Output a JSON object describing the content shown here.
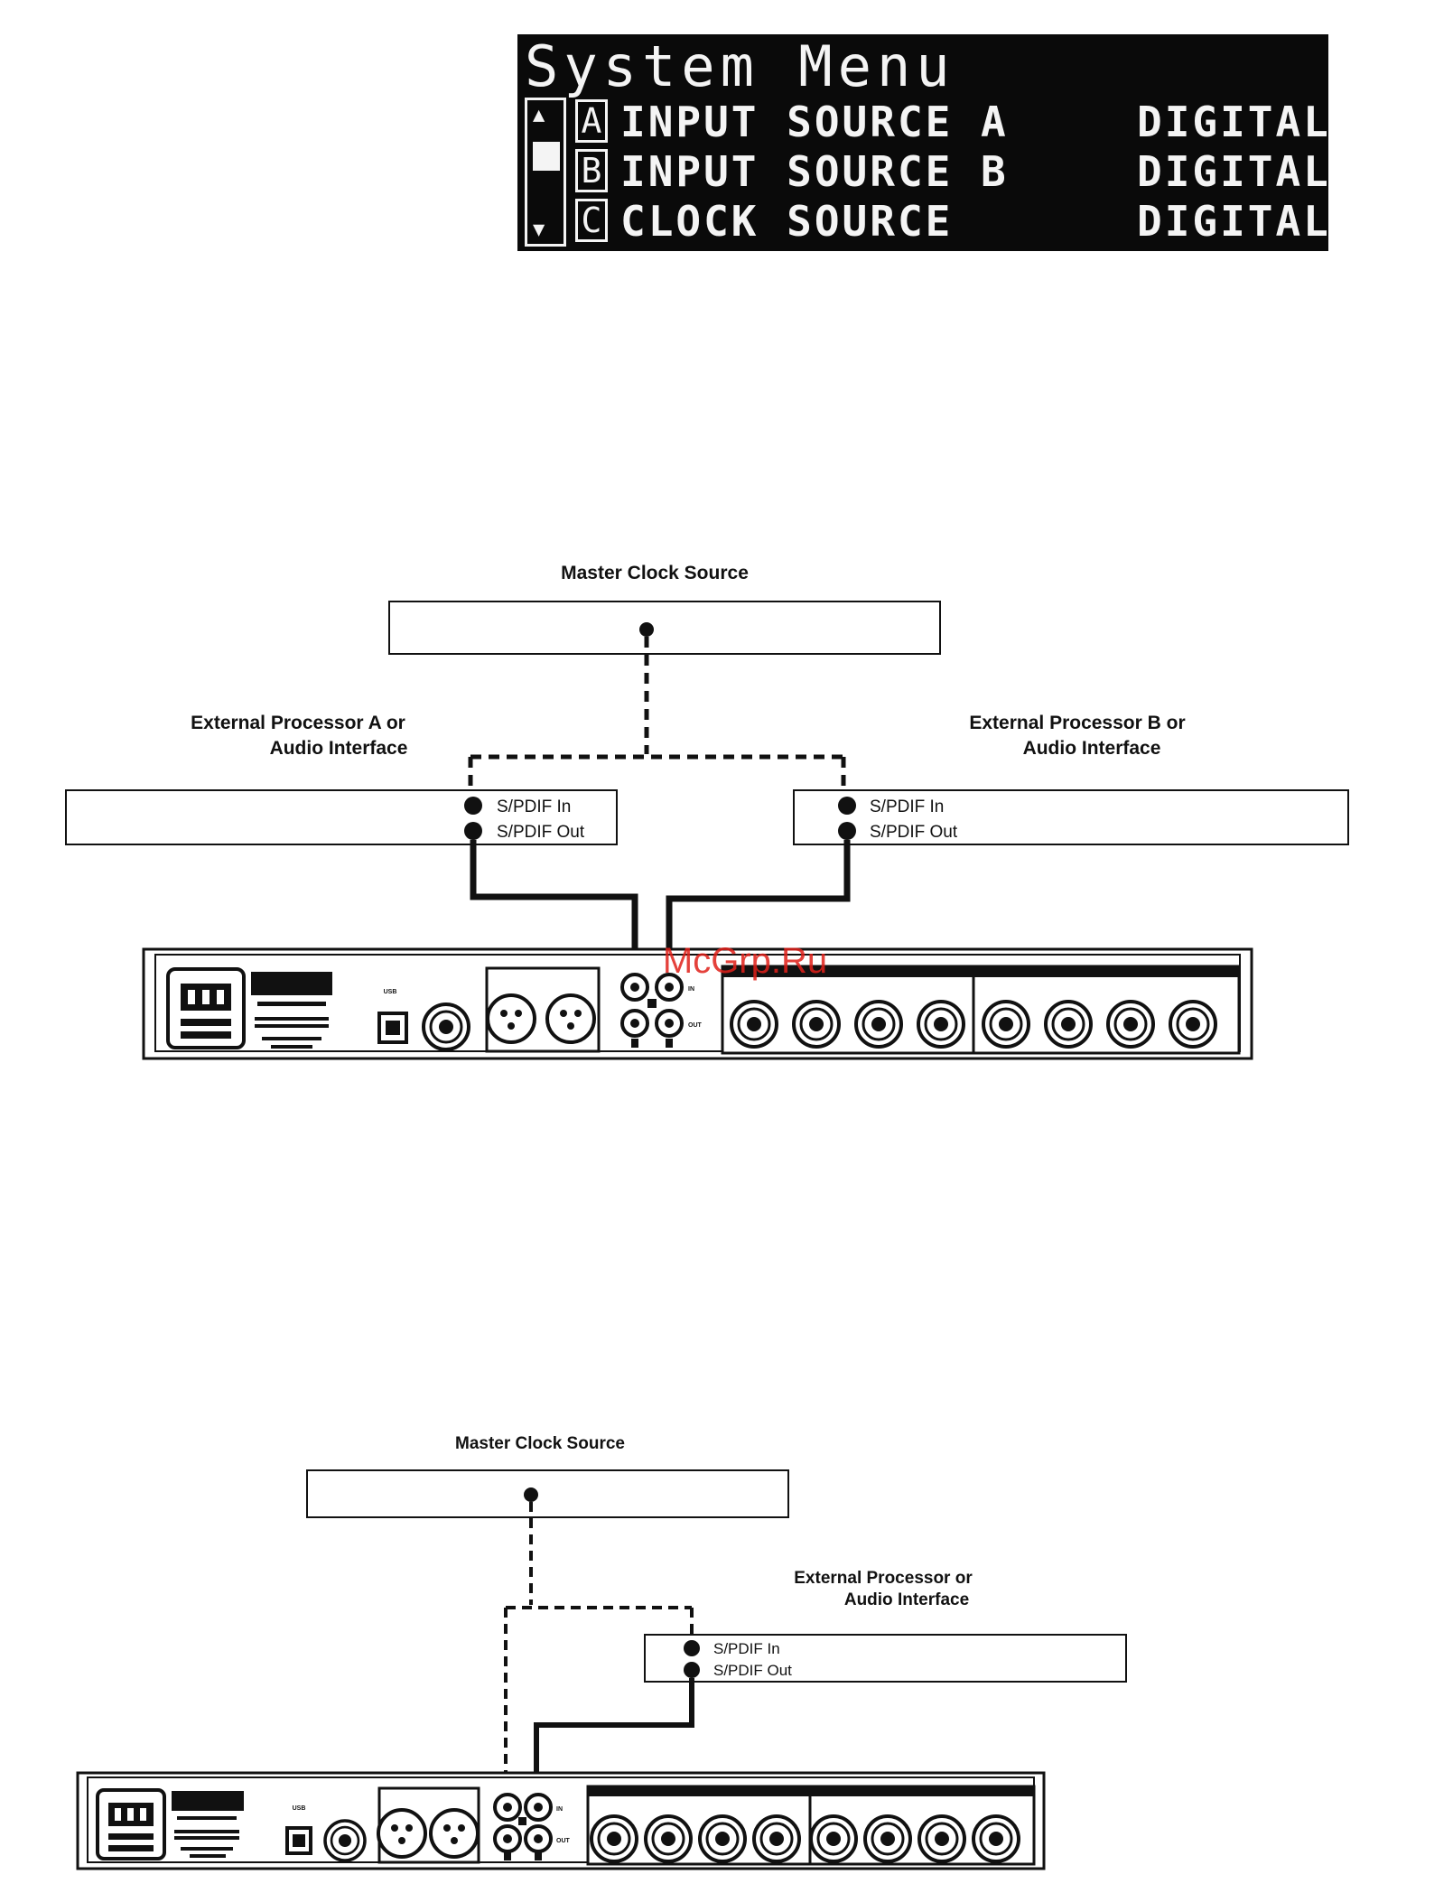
{
  "lcd": {
    "title": "System Menu",
    "scroll_up": "▲",
    "scroll_down": "▼",
    "rows": [
      {
        "key": "A",
        "label": "INPUT SOURCE A",
        "value": "DIGITAL"
      },
      {
        "key": "B",
        "label": "INPUT SOURCE B",
        "value": "DIGITAL"
      },
      {
        "key": "C",
        "label": "CLOCK SOURCE",
        "value": "DIGITAL"
      }
    ]
  },
  "watermark": "McGrp.Ru",
  "diagram1": {
    "master_clock": "Master Clock Source",
    "proc_a_line1": "External Processor A   or",
    "proc_a_line2": "Audio Interface",
    "proc_b_line1": "External Processor B   or",
    "proc_b_line2": "Audio Interface",
    "spdif_in": "S/PDIF In",
    "spdif_out": "S/PDIF Out"
  },
  "diagram2": {
    "master_clock": "Master Clock Source",
    "proc_line1": "External Processor   or",
    "proc_line2": "Audio Interface",
    "spdif_in": "S/PDIF In",
    "spdif_out": "S/PDIF Out"
  },
  "panel": {
    "usb_label": "USB",
    "in_label": "IN",
    "out_label": "OUT"
  },
  "colors": {
    "lcd_bg": "#0a0a0a",
    "lcd_text": "#f4f4f4",
    "watermark": "#e0201a"
  }
}
